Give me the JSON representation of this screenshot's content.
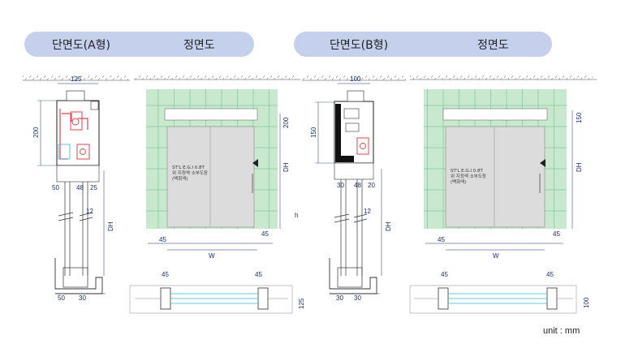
{
  "headers": {
    "a_section": "단면도(A형)",
    "a_front": "정면도",
    "b_section": "단면도(B형)",
    "b_front": "정면도"
  },
  "type_a": {
    "section": {
      "top_width": "125",
      "height": "200",
      "d_left": "50",
      "d_mid": "48",
      "d_right": "25",
      "gap": "12",
      "dh": "DH",
      "bottom_left": "50",
      "bottom_right": "30"
    },
    "front": {
      "height": "200",
      "dh": "DH",
      "w": "W",
      "side_left": "45",
      "side_right": "45",
      "small_h": "h",
      "note": [
        "ST'L E.G.I 0.8T",
        "위 지정색 소부도장",
        "(백화색)"
      ]
    },
    "plan": {
      "left": "45",
      "right": "45",
      "depth": "125"
    }
  },
  "type_b": {
    "section": {
      "top_width": "100",
      "height": "150",
      "d_left": "30",
      "d_mid": "48",
      "d_right": "20",
      "gap": "12",
      "dh": "DH",
      "bottom_left": "30",
      "bottom_right": "30"
    },
    "front": {
      "height": "150",
      "dh": "DH",
      "w": "W",
      "side_left": "45",
      "side_right": "45",
      "note": [
        "ST'L E.G.I 0.8T",
        "위 지정색 소부도장",
        "(백화색)"
      ]
    },
    "plan": {
      "left": "45",
      "right": "45",
      "depth": "100"
    }
  },
  "unit": "unit : mm",
  "colors": {
    "pill": "#c4d0ec",
    "dim": "#1a2f6e",
    "panel": "#c9e9cf",
    "door": "#dcdcdc",
    "mech": "#e8414c",
    "cyan": "#33b8d8"
  }
}
